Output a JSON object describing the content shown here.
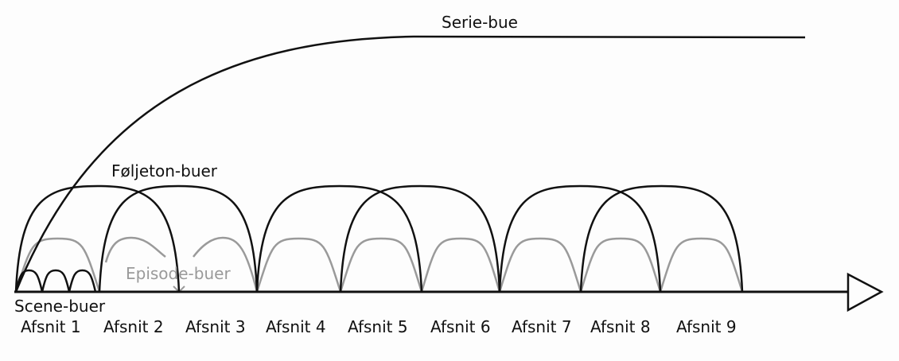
{
  "labels": {
    "series_arc": "Serie-bue",
    "serial_arcs": "Føljeton-buer",
    "episode_arcs": "Episode-buer",
    "scene_arcs": "Scene-buer"
  },
  "episodes": [
    "Afsnit 1",
    "Afsnit 2",
    "Afsnit 3",
    "Afsnit 4",
    "Afsnit 5",
    "Afsnit 6",
    "Afsnit 7",
    "Afsnit 8",
    "Afsnit 9"
  ],
  "colors": {
    "dark": "#111111",
    "gray": "#9a9a9a"
  }
}
